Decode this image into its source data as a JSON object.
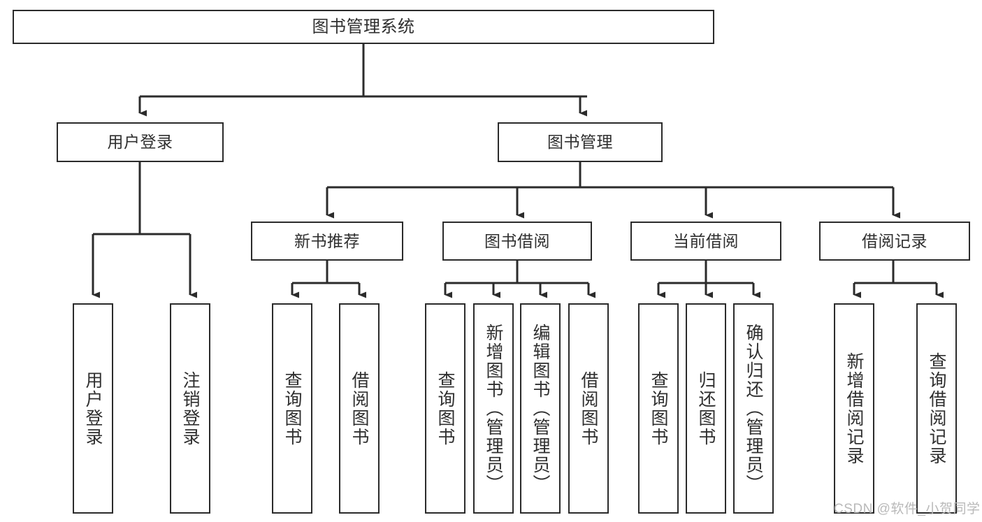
{
  "diagram": {
    "title": "图书管理系统",
    "type": "tree-hierarchy-chart",
    "stroke_color": "#2b2b2b",
    "text_color": "#2f2f2f",
    "background_color": "#ffffff",
    "watermark": "CSDN @软件_小贺同学",
    "watermark_color": "#b9b9b9",
    "levels": {
      "root": {
        "label": "图书管理系统"
      },
      "level2": [
        {
          "label": "用户登录"
        },
        {
          "label": "图书管理"
        }
      ],
      "level3": [
        {
          "label": "新书推荐"
        },
        {
          "label": "图书借阅"
        },
        {
          "label": "当前借阅"
        },
        {
          "label": "借阅记录"
        }
      ],
      "leaves": {
        "user_login": [
          {
            "label": "用户登录"
          },
          {
            "label": "注销登录"
          }
        ],
        "new_book": [
          {
            "label": "查询图书"
          },
          {
            "label": "借阅图书"
          }
        ],
        "book_borrow": [
          {
            "label": "查询图书"
          },
          {
            "label": "新增图书（管理员）"
          },
          {
            "label": "编辑图书（管理员）"
          },
          {
            "label": "借阅图书"
          }
        ],
        "current_borrow": [
          {
            "label": "查询图书"
          },
          {
            "label": "归还图书"
          },
          {
            "label": "确认归还（管理员）"
          }
        ],
        "borrow_record": [
          {
            "label": "新增借阅记录"
          },
          {
            "label": "查询借阅记录"
          }
        ]
      }
    }
  }
}
